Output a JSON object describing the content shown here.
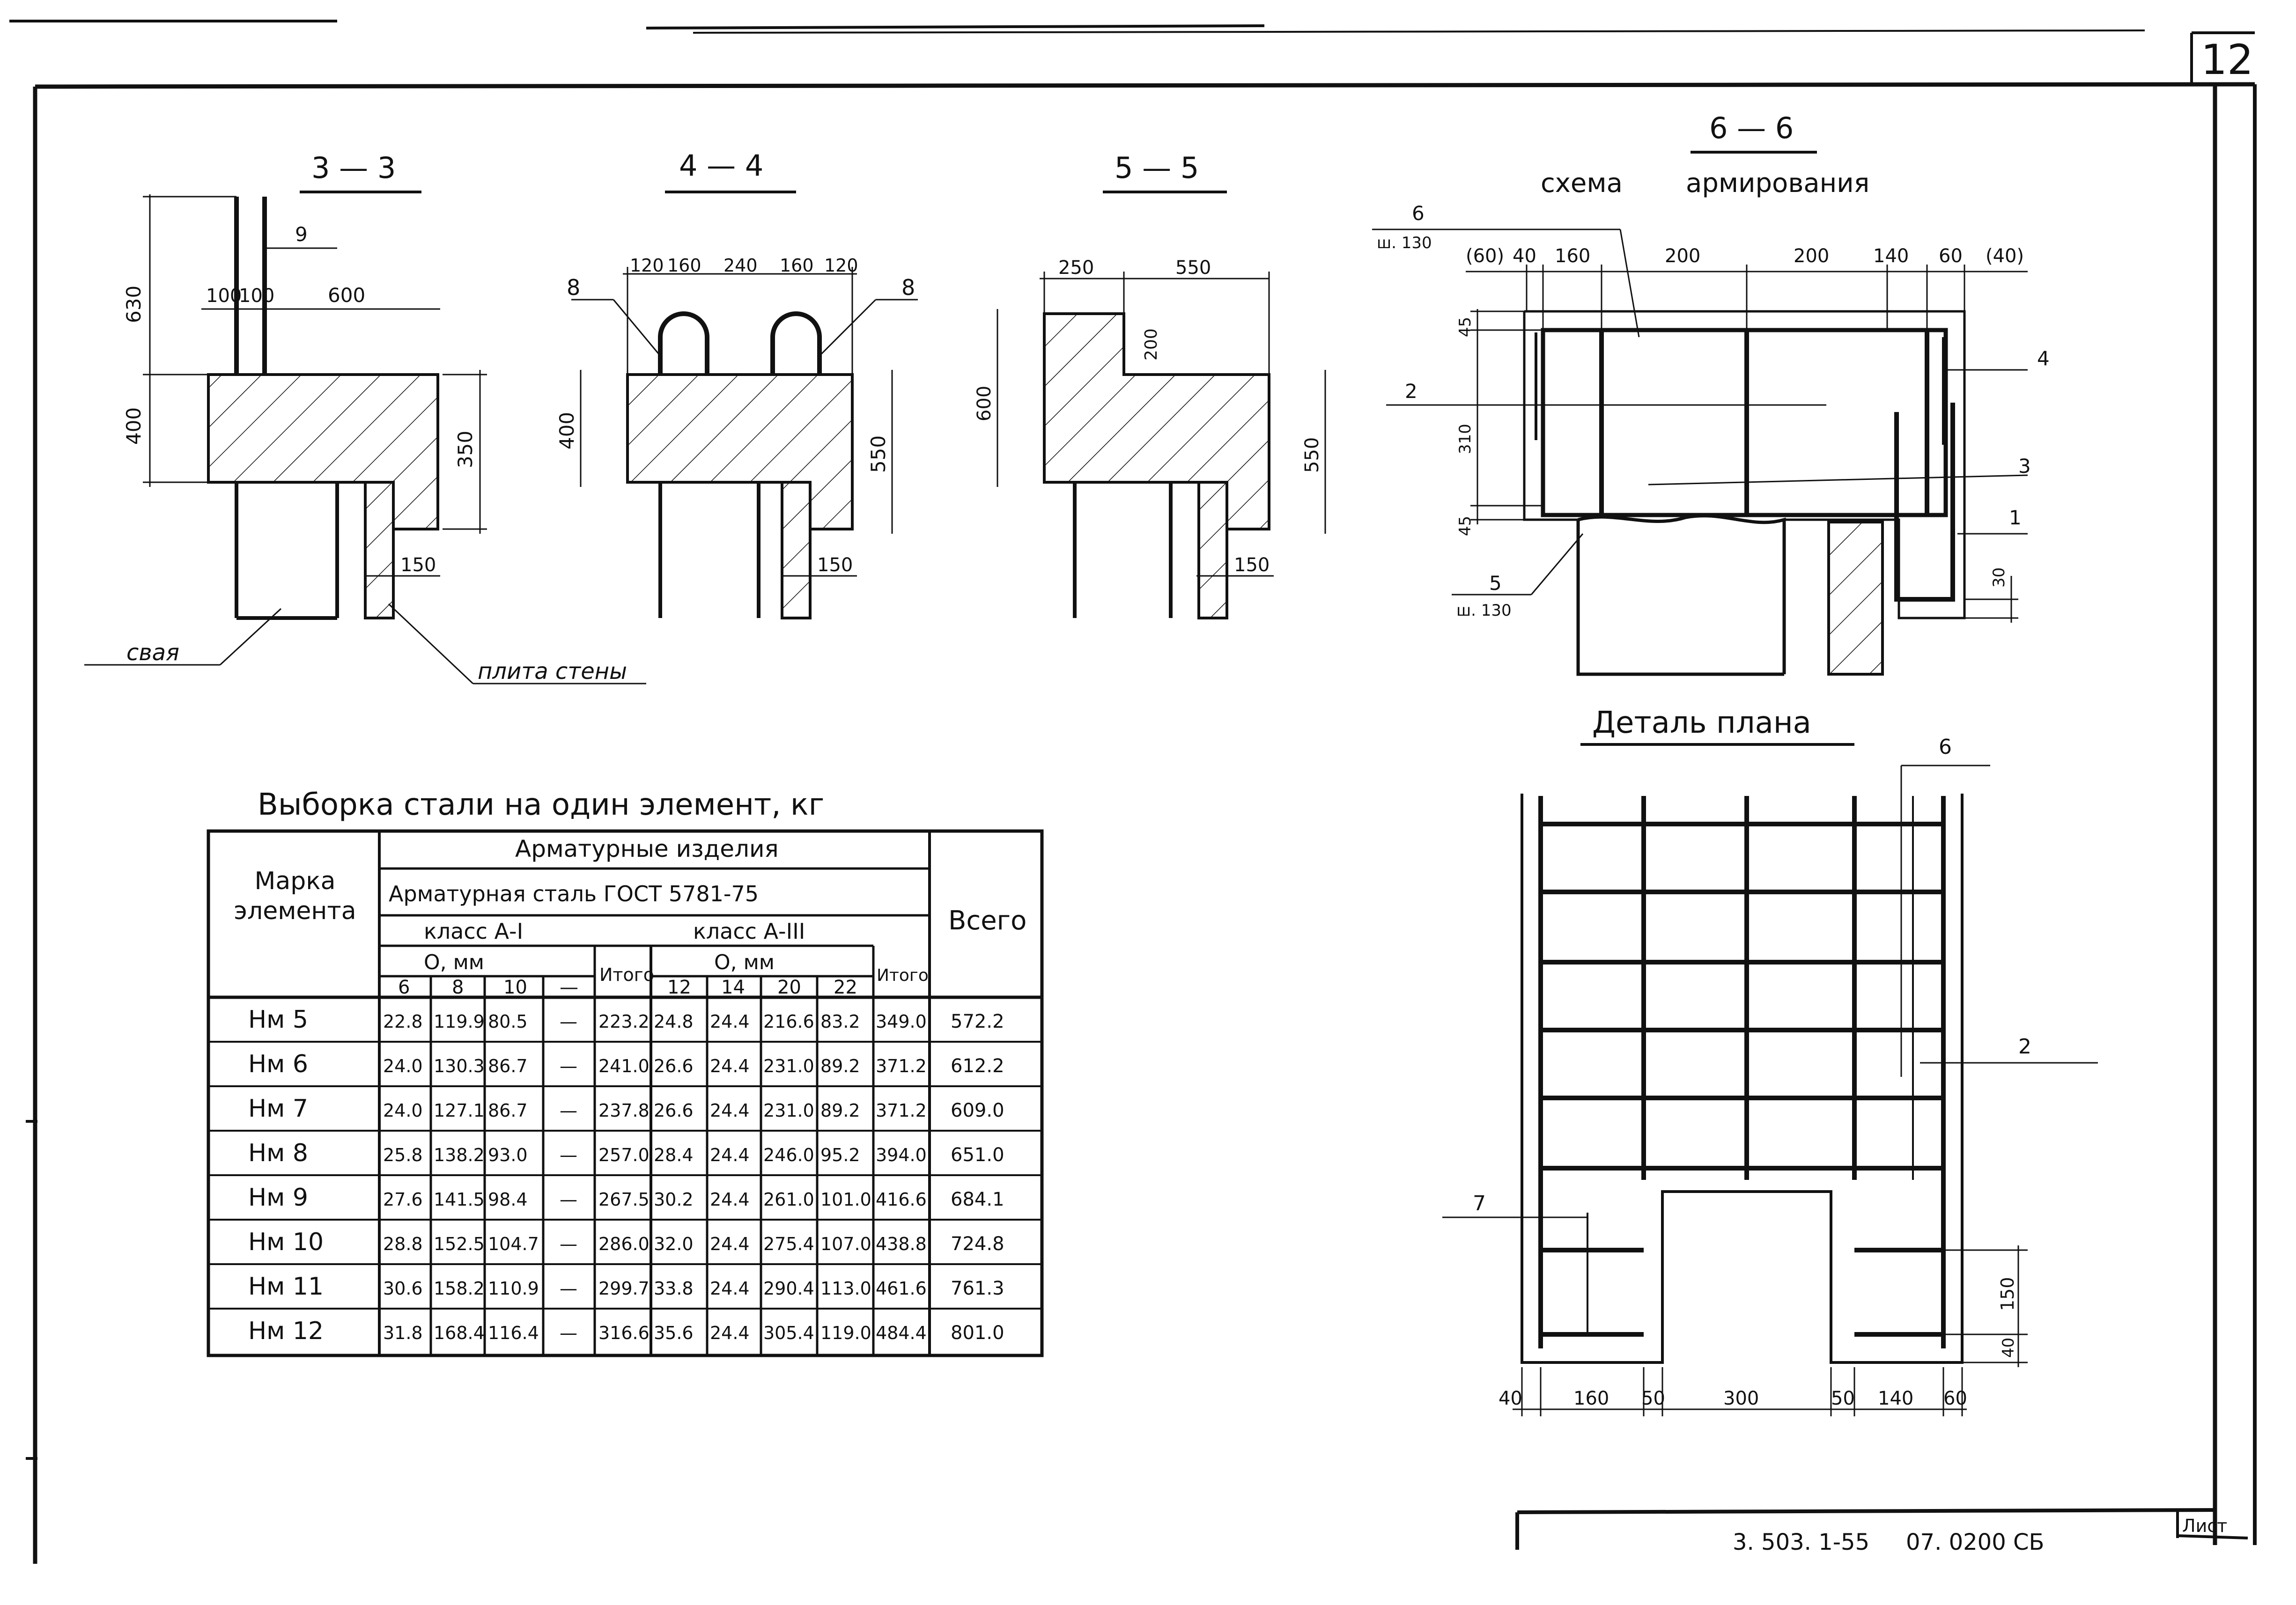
{
  "sheet": {
    "number": "12",
    "stamp_label": "Лист",
    "doc_code": "3. 503. 1-55",
    "doc_code_suffix": "07. 0200 СБ"
  },
  "sections": {
    "s33": {
      "title": "3 — 3",
      "dims": {
        "top": "630",
        "mid": "400",
        "right": "350",
        "gap1": "100",
        "gap2": "100",
        "width": "600",
        "slab": "150",
        "rod": "9"
      },
      "labels": {
        "pile": "свая",
        "wall_plate": "плита стены"
      }
    },
    "s44": {
      "title": "4 — 4",
      "dims": {
        "a": "120",
        "b": "160",
        "c": "240",
        "d": "160",
        "e": "120",
        "left": "400",
        "right": "550",
        "slab": "150"
      },
      "labels": {
        "left_mark": "8",
        "right_mark": "8"
      }
    },
    "s55": {
      "title": "5 — 5",
      "dims": {
        "a": "250",
        "b": "550",
        "step": "200",
        "left": "600",
        "right": "550",
        "slab": "150"
      }
    },
    "s66": {
      "title": "6 — 6",
      "subtitle_1": "схема",
      "subtitle_2": "армирования",
      "dims": {
        "p1": "(60)",
        "p2": "40",
        "p3": "160",
        "p4": "200",
        "p5": "200",
        "p6": "140",
        "p7": "60",
        "p8": "(40)",
        "v1": "45",
        "v2": "310",
        "v3": "45",
        "v4": "30"
      },
      "labels": {
        "m6": "6",
        "m6_step": "ш. 130",
        "m2": "2",
        "m4": "4",
        "m3": "3",
        "m1": "1",
        "m5": "5",
        "m5_step": "ш. 130"
      }
    },
    "plan": {
      "title": "Деталь плана",
      "dims": {
        "d1": "40",
        "d2": "160",
        "d3": "50",
        "d4": "300",
        "d5": "50",
        "d6": "140",
        "d7": "60",
        "v1": "150",
        "v2": "40"
      },
      "labels": {
        "m6": "6",
        "m2": "2",
        "m7": "7"
      }
    }
  },
  "steel_table": {
    "title": "Выборка стали на один элемент, кг",
    "headers": {
      "mark": "Марка элемента",
      "products": "Арматурные изделия",
      "steel": "Арматурная сталь ГОСТ 5781-75",
      "class1": "класс А-I",
      "class3": "класс А-III",
      "dia1": "O, мм",
      "dia3": "O, мм",
      "sub1": "Итого",
      "sub3": "Итого",
      "total": "Всего",
      "d6": "6",
      "d8": "8",
      "d10": "10",
      "dash": "—",
      "d12": "12",
      "d14": "14",
      "d20": "20",
      "d22": "22"
    },
    "rows": [
      [
        "Нм 5",
        "22.8",
        "119.9",
        "80.5",
        "—",
        "223.2",
        "24.8",
        "24.4",
        "216.6",
        "83.2",
        "349.0",
        "572.2"
      ],
      [
        "Нм 6",
        "24.0",
        "130.3",
        "86.7",
        "—",
        "241.0",
        "26.6",
        "24.4",
        "231.0",
        "89.2",
        "371.2",
        "612.2"
      ],
      [
        "Нм 7",
        "24.0",
        "127.1",
        "86.7",
        "—",
        "237.8",
        "26.6",
        "24.4",
        "231.0",
        "89.2",
        "371.2",
        "609.0"
      ],
      [
        "Нм 8",
        "25.8",
        "138.2",
        "93.0",
        "—",
        "257.0",
        "28.4",
        "24.4",
        "246.0",
        "95.2",
        "394.0",
        "651.0"
      ],
      [
        "Нм 9",
        "27.6",
        "141.5",
        "98.4",
        "—",
        "267.5",
        "30.2",
        "24.4",
        "261.0",
        "101.0",
        "416.6",
        "684.1"
      ],
      [
        "Нм 10",
        "28.8",
        "152.5",
        "104.7",
        "—",
        "286.0",
        "32.0",
        "24.4",
        "275.4",
        "107.0",
        "438.8",
        "724.8"
      ],
      [
        "Нм 11",
        "30.6",
        "158.2",
        "110.9",
        "—",
        "299.7",
        "33.8",
        "24.4",
        "290.4",
        "113.0",
        "461.6",
        "761.3"
      ],
      [
        "Нм 12",
        "31.8",
        "168.4",
        "116.4",
        "—",
        "316.6",
        "35.6",
        "24.4",
        "305.4",
        "119.0",
        "484.4",
        "801.0"
      ]
    ]
  }
}
